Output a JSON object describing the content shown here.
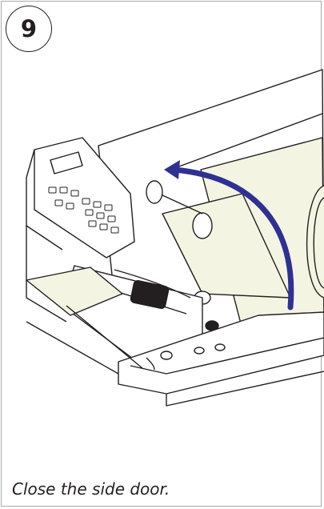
{
  "step": {
    "number": "9"
  },
  "illustration": {
    "subject": "printer-side-door-closing",
    "arrow_color": "#2e3192",
    "media_color": "#f4f4e2"
  },
  "instruction": {
    "text": "Close the side door."
  }
}
